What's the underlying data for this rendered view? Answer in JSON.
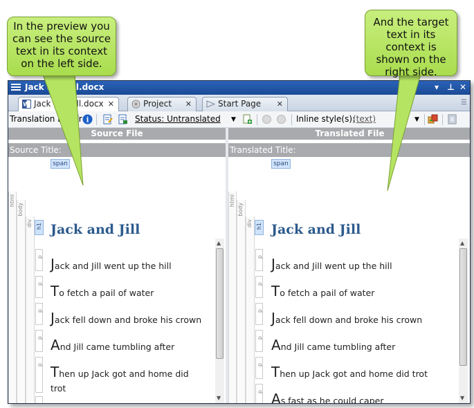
{
  "window": {
    "title": "Jack and Jill.docx"
  },
  "tabs": [
    {
      "label": "Jack and Jill.docx",
      "active": true
    },
    {
      "label": "Project",
      "active": false
    },
    {
      "label": "Start Page",
      "active": false
    }
  ],
  "toolbar": {
    "translation_editor_label": "Translation Editor",
    "status_label": "Status: Untranslated",
    "inline_styles_label": "Inline style(s):",
    "inline_styles_value": "(text)"
  },
  "source_pane": {
    "header": "Source File",
    "title_label": "Source Title:",
    "span_tag": "span",
    "tags": {
      "html": "html",
      "body": "body",
      "div": "div",
      "h1": "h1",
      "p": "p"
    },
    "heading": "Jack and Jill",
    "lines": [
      {
        "cap": "J",
        "rest": "ack and Jill went up the hill"
      },
      {
        "cap": "T",
        "rest": "o fetch a pail of water"
      },
      {
        "cap": "J",
        "rest": "ack fell down and broke his crown"
      },
      {
        "cap": "A",
        "rest": "nd Jill came tumbling after"
      },
      {
        "cap": "T",
        "rest": "hen up Jack got and home did"
      },
      {
        "cap": "",
        "rest": "trot"
      }
    ]
  },
  "target_pane": {
    "header": "Translated File",
    "title_label": "Translated Title:",
    "span_tag": "span",
    "tags": {
      "html": "html",
      "body": "body",
      "div": "div",
      "h1": "h1",
      "p": "p"
    },
    "heading": "Jack and Jill",
    "lines": [
      {
        "cap": "J",
        "rest": "ack and Jill went up the hill"
      },
      {
        "cap": "T",
        "rest": "o fetch a pail of water"
      },
      {
        "cap": "J",
        "rest": "ack fell down and broke his crown"
      },
      {
        "cap": "A",
        "rest": "nd Jill came tumbling after"
      },
      {
        "cap": "T",
        "rest": "hen up Jack got and home did trot"
      },
      {
        "cap": "A",
        "rest": "s fast as he could caper"
      }
    ]
  },
  "callouts": {
    "left": "In the preview you can see the source text in its context on the left side.",
    "right": "And the target text in its context is shown on the right side."
  },
  "colors": {
    "callout_fill": "#b5e463",
    "title_bar": "#2458aa",
    "heading_text": "#2c5a8c",
    "pane_header": "#a8aaad"
  },
  "icons": {
    "menu": "menu-icon",
    "word_doc": "word-doc-icon",
    "project": "project-icon",
    "start_page": "start-page-icon",
    "info": "info-icon",
    "close": "close-icon"
  }
}
